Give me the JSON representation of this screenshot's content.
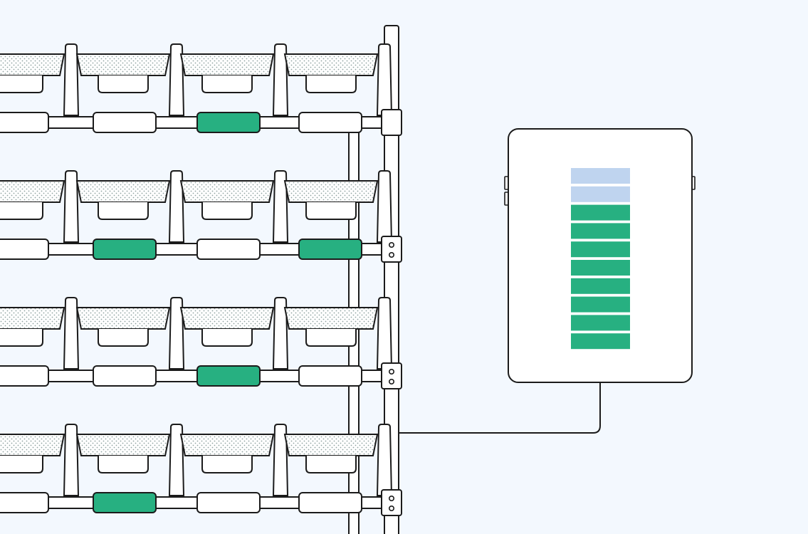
{
  "colors": {
    "background": "#f3f8fe",
    "stroke": "#1b1b1b",
    "fill_white": "#ffffff",
    "filled_green": "#27b081",
    "empty_blue": "#bfd4ef",
    "dots": "#8fa3a0"
  },
  "rack": {
    "shelves": [
      {
        "id": 1,
        "labels_active": [
          false,
          false,
          true,
          false
        ]
      },
      {
        "id": 2,
        "labels_active": [
          false,
          true,
          false,
          true
        ]
      },
      {
        "id": 3,
        "labels_active": [
          false,
          false,
          true,
          false
        ]
      },
      {
        "id": 4,
        "labels_active": [
          false,
          true,
          false,
          false
        ]
      }
    ],
    "bins_per_shelf": 4,
    "bin_icon": "seed-tray-icon",
    "label_icon": "shelf-label-icon"
  },
  "meter": {
    "icon": "level-meter-icon",
    "segments_total": 10,
    "segments_filled": 8,
    "level_fraction": 0.8
  },
  "cable": {
    "icon": "connector-cable-icon"
  }
}
